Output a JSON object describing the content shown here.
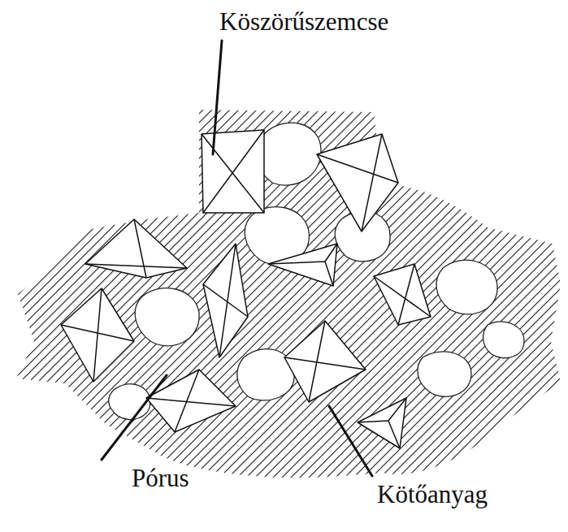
{
  "diagram": {
    "labels": [
      "Köszörűszemcse",
      "Pórus",
      "Kötőanyag"
    ]
  }
}
